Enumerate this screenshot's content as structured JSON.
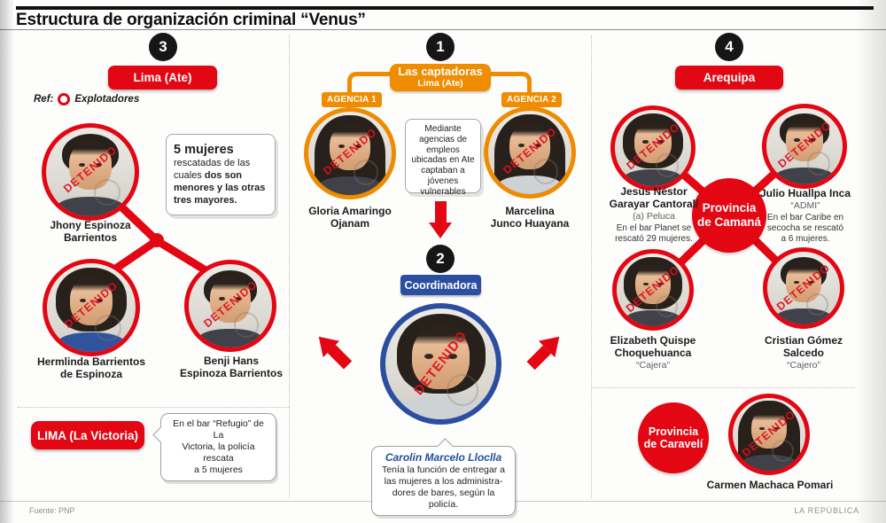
{
  "stamp": "DETENIDO",
  "colors": {
    "red": "#e30613",
    "orange": "#f08c00",
    "blue": "#2b4ea0"
  },
  "header": {
    "title": "Estructura de organización criminal “Venus”"
  },
  "legend": {
    "ref": "Ref:",
    "item": "Explotadores"
  },
  "s1": {
    "number": "1",
    "role": "Las captadoras",
    "place": "Lima (Ate)",
    "agency1": "AGENCIA 1",
    "agency2": "AGENCIA 2",
    "note": "Mediante\nagencias de\nempleos\nubicadas en Ate\ncaptaban a\njóvenes\nvulnerables",
    "people": [
      {
        "name": "Gloria Amaringo\nOjanam"
      },
      {
        "name": "Marcelina\nJunco Huayana"
      }
    ]
  },
  "s2": {
    "number": "2",
    "role": "Coordinadora",
    "bubble_name": "Carolin Marcelo Lloclla",
    "bubble_text": "Tenía la función de entregar a\nlas mujeres a los administra-\ndores de bares, según la policía."
  },
  "s3": {
    "number": "3",
    "region": "Lima (Ate)",
    "rescue_bold1": "5 mujeres",
    "rescue_text": " rescatadas de las cuales ",
    "rescue_bold2": "dos son menores y las otras tres mayores.",
    "people": [
      {
        "name": "Jhony Espinoza\nBarrientos"
      },
      {
        "name": "Hermlinda Barrientos\nde Espinoza"
      },
      {
        "name": "Benji Hans\nEspinoza Barrientos"
      }
    ],
    "sub_region": "LIMA (La Victoria)",
    "sub_note": "En el bar “Refugio” de La\nVictoria, la policía rescata\na 5 mujeres"
  },
  "s4": {
    "number": "4",
    "region": "Arequipa",
    "camana": "Provincia\nde Camaná",
    "caraveli": "Provincia\nde Caravelí",
    "people": [
      {
        "name": "Jesús Néstor\nGarayar Cantoral/",
        "alias": "(a) Peluca",
        "note": "En el bar Planet se\nrescató 29 mujeres."
      },
      {
        "name": "Julio Huallpa Inca",
        "alias": "“ADMI”",
        "note": "En el bar Caribe en\nsecocha se rescató\na 6 mujeres."
      },
      {
        "name": "Elizabeth Quispe\nChoquehuanca",
        "alias": "“Cajera”"
      },
      {
        "name": "Cristian Gómez\nSalcedo",
        "alias": "“Cajero”"
      },
      {
        "name": "Carmen Machaca Pomari"
      }
    ]
  },
  "footer": {
    "source": "Fuente: PNP",
    "credit": "LA REPÚBLICA"
  }
}
